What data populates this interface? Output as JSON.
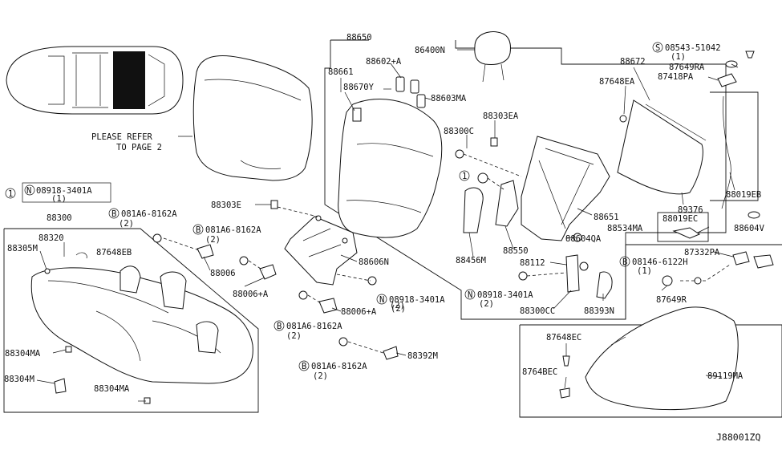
{
  "diagram": {
    "code": "J88001ZQ",
    "note_line1": "PLEASE REFER",
    "note_line2": "TO PAGE 2",
    "callout_1": "1",
    "callout_2": "1",
    "prefix_n": "N",
    "prefix_b": "B",
    "prefix_s": "S",
    "nut_a_number": "08918-3401A",
    "nut_a_qty": "(1)",
    "bolt_a_number": "081A6-8162A",
    "bolt_a_qty": "(2)",
    "bolt_b_number": "081A6-8162A",
    "bolt_b_qty": "(2)",
    "bolt_c_number": "081A6-8162A",
    "bolt_c_qty": "(2)",
    "bolt_d_number": "081A6-8162A",
    "bolt_d_qty": "(2)",
    "nut_b_number": "08918-3401A",
    "nut_b_qty": "(2)",
    "nut_c_number": "08918-3401A",
    "nut_c_qty": "(2)",
    "screw_number": "08543-51042",
    "screw_qty": "(1)",
    "bolt_e_number": "08146-6122H",
    "bolt_e_qty": "(1)",
    "labels": {
      "p88650": "88650",
      "p86400n": "86400N",
      "p88661": "88661",
      "p88602a": "88602+A",
      "p88670y": "88670Y",
      "p88603ma": "88603MA",
      "p88303ea": "88303EA",
      "p88300c": "88300C",
      "p88672": "88672",
      "p87649ra": "87649RA",
      "p87648ea": "87648EA",
      "p87418pa": "87418PA",
      "p89376": "89376",
      "p88019eb": "88019EB",
      "p88019ec": "88019EC",
      "p88534ma": "88534MA",
      "p88604v": "88604V",
      "p88651": "88651",
      "p88550": "88550",
      "p88456m": "88456M",
      "p88604qa": "88604QA",
      "p88112": "88112",
      "p88300cc": "88300CC",
      "p88393n": "88393N",
      "p88303e": "88303E",
      "p88606n": "88606N",
      "p88006": "88006",
      "p88006a": "88006+A",
      "p88006a2": "88006+A",
      "p88006a2_qty": "(2)",
      "p88392m": "88392M",
      "p88300": "88300",
      "p88320": "88320",
      "p88305m": "88305M",
      "p87648eb": "87648EB",
      "p88304ma": "88304MA",
      "p88304m": "88304M",
      "p88304ma2": "88304MA",
      "p87332pa": "87332PA",
      "p87649r": "87649R",
      "p87648ec": "87648EC",
      "p87648ec2": "8764BEC",
      "p89119ma": "89119MA"
    }
  }
}
